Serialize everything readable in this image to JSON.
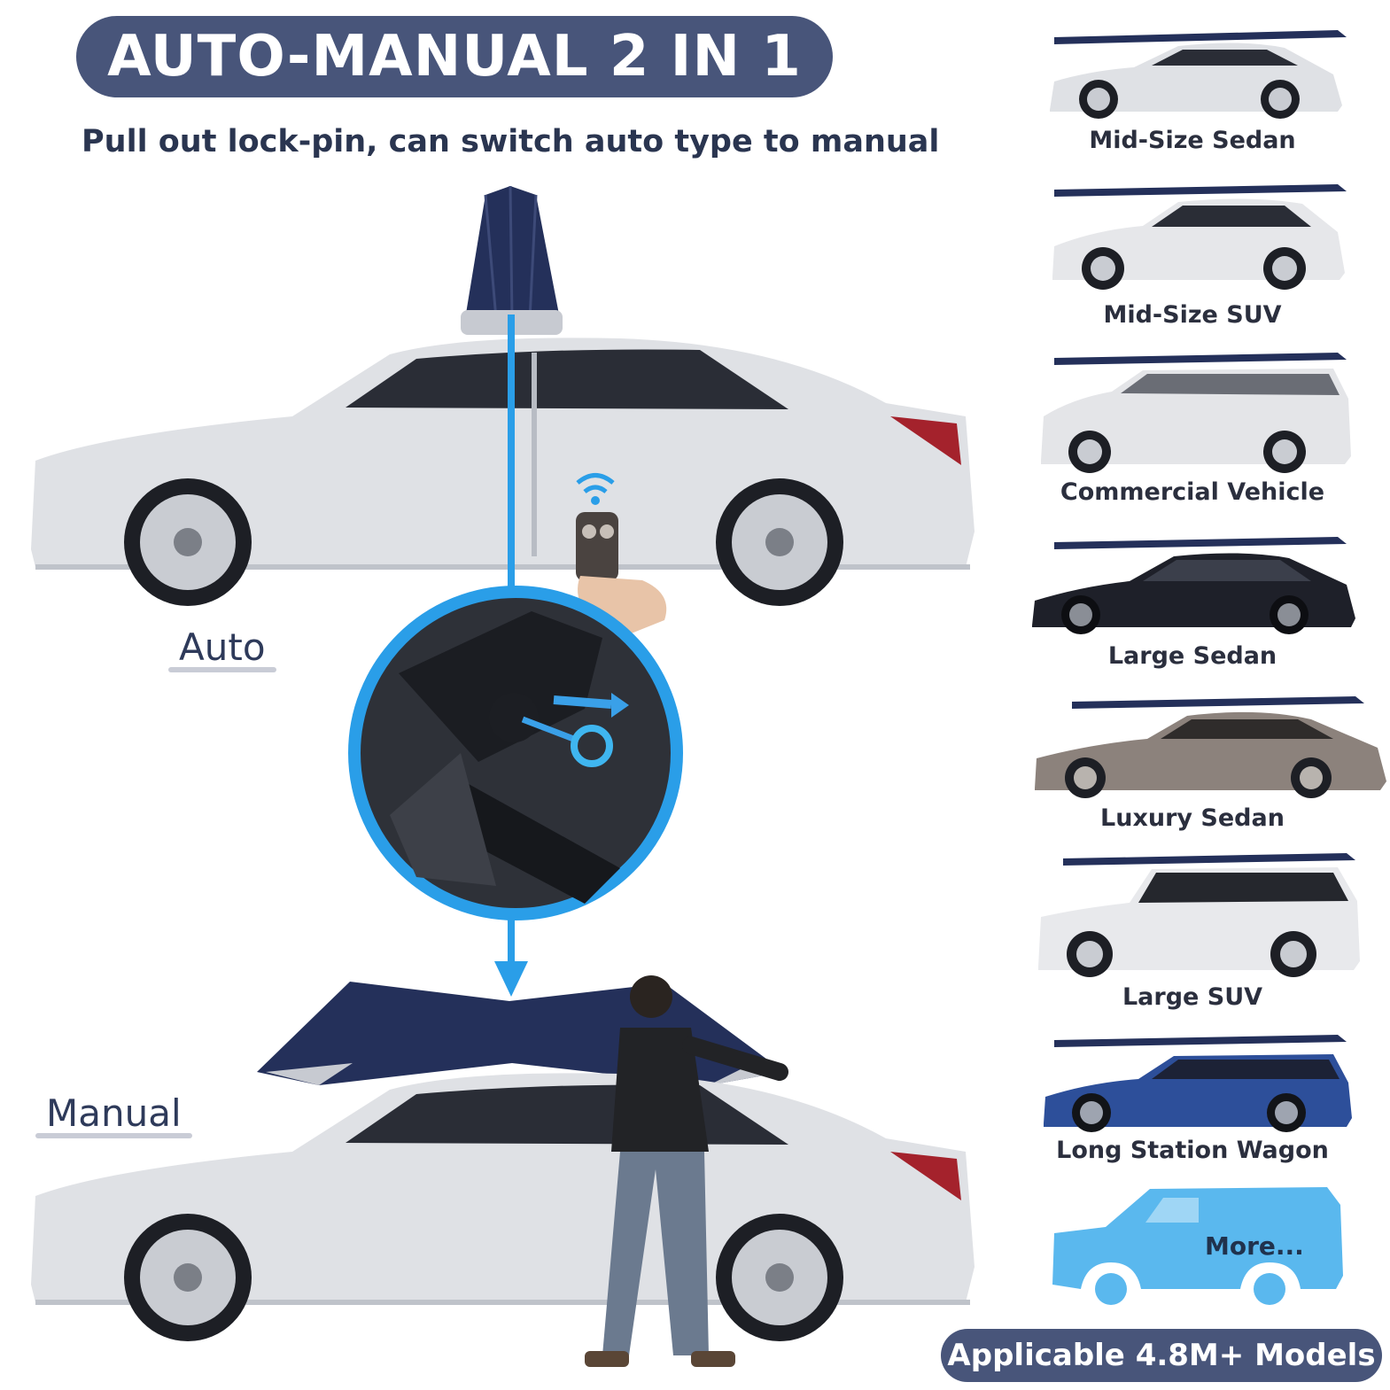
{
  "header": {
    "title": "AUTO-MANUAL 2 IN 1",
    "subtitle": "Pull out lock-pin, can switch auto type to manual"
  },
  "modes": {
    "auto_label": "Auto",
    "manual_label": "Manual"
  },
  "models": [
    {
      "label": "Mid-Size Sedan",
      "body_color": "#dfe1e5"
    },
    {
      "label": "Mid-Size SUV",
      "body_color": "#e6e7ea"
    },
    {
      "label": "Commercial Vehicle",
      "body_color": "#e4e5e8"
    },
    {
      "label": "Large Sedan",
      "body_color": "#1e2029"
    },
    {
      "label": "Luxury Sedan",
      "body_color": "#8c827c"
    },
    {
      "label": "Large SUV",
      "body_color": "#e8e9ec"
    },
    {
      "label": "Long Station Wagon",
      "body_color": "#2d4f9a"
    }
  ],
  "more_label": "More...",
  "footer": {
    "label": "Applicable 4.8M+ Models"
  },
  "colors": {
    "banner": "#48557a",
    "canopy": "#24305a",
    "accent_blue": "#2a9ee8",
    "more_silhouette": "#5ab8ee"
  }
}
